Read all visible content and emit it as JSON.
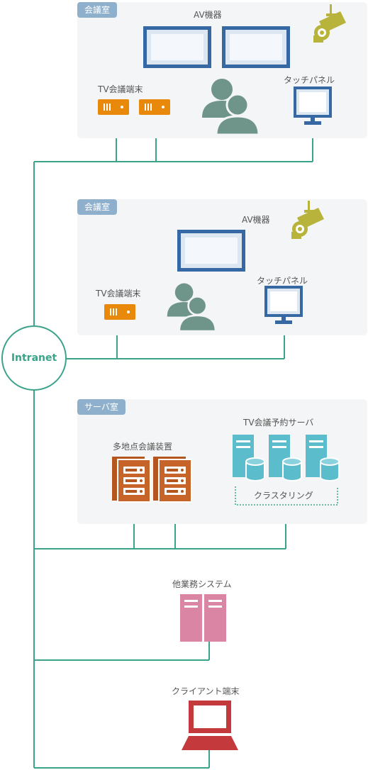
{
  "rooms": {
    "room1": {
      "tag": "会議室",
      "av_label": "AV機器",
      "tv_label": "TV会議端末",
      "touch_label": "タッチパネル"
    },
    "room2": {
      "tag": "会議室",
      "av_label": "AV機器",
      "tv_label": "TV会議端末",
      "touch_label": "タッチパネル"
    },
    "server_room": {
      "tag": "サーバ室",
      "mcu_label": "多地点会議装置",
      "booking_label": "TV会議予約サーバ",
      "cluster_label": "クラスタリング"
    }
  },
  "network": {
    "hub_label": "Intranet"
  },
  "other_system_label": "他業務システム",
  "client_label": "クライアント端末",
  "colors": {
    "line": "#3aa38a",
    "room_bg": "#f3f5f6",
    "tag_bg": "#8fb0cc",
    "display_blue": "#3668a3",
    "terminal_orange": "#e8890c",
    "person": "#6f958a",
    "camera": "#b8b33a",
    "mcu_brown": "#b5561f",
    "server_cyan": "#5bbccc",
    "other_pink": "#d985a3",
    "client_red": "#c4393b"
  }
}
